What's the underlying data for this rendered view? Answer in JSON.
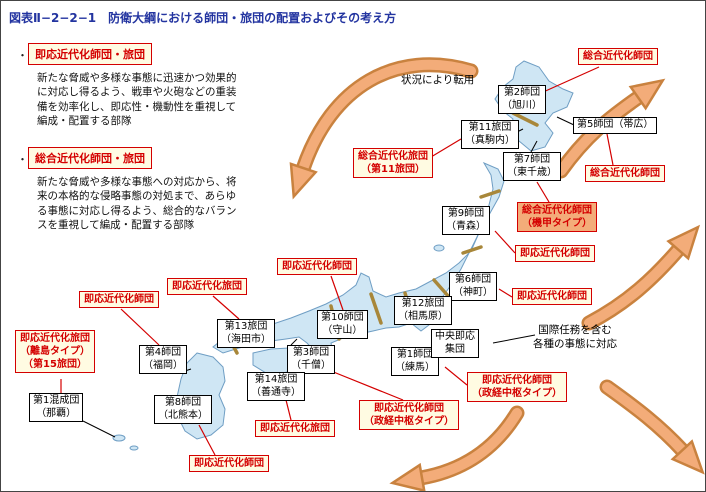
{
  "title": "図表Ⅱ−2−2−1　防衛大綱における師団・旅団の配置およびその考え方",
  "legend_bullet": "・",
  "legend": [
    {
      "heading": "即応近代化師団・旅団",
      "body": "新たな脅威や多様な事態に迅速かつ効果的に対応し得るよう、戦車や火砲などの重装備を効率化し、即応性・機動性を重視して編成・配置する部隊"
    },
    {
      "heading": "総合近代化師団・旅団",
      "body": "新たな脅威や多様な事態への対応から、将来の本格的な侵略事態の対処まで、あらゆる事態に対応し得るよう、総合的なバランスを重視して編成・配置する部隊"
    }
  ],
  "notes": {
    "conversion": "状況により転用",
    "international": "国際任務を含む\n各種の事態に対応"
  },
  "units": [
    {
      "label": "第2師団\n（旭川）"
    },
    {
      "label": "第5師団（帯広）"
    },
    {
      "label": "第11旅団\n（真駒内）"
    },
    {
      "label": "第7師団\n（東千歳）"
    },
    {
      "label": "第9師団\n（青森）"
    },
    {
      "label": "第6師団\n（神町）"
    },
    {
      "label": "第12旅団\n（相馬原）"
    },
    {
      "label": "第10師団\n（守山）"
    },
    {
      "label": "第13旅団\n（海田市）"
    },
    {
      "label": "第3師団\n（千僧）"
    },
    {
      "label": "第4師団\n（福岡）"
    },
    {
      "label": "第14旅団\n（善通寺）"
    },
    {
      "label": "第1師団\n（練馬）"
    },
    {
      "label": "中央即応\n集団"
    },
    {
      "label": "第8師団\n（北熊本）"
    },
    {
      "label": "第1混成団\n（那覇）"
    }
  ],
  "tags": [
    {
      "label": "総合近代化師団"
    },
    {
      "label": "総合近代化旅団\n（第11旅団）"
    },
    {
      "label": "総合近代化師団"
    },
    {
      "label": "総合近代化師団\n（機甲タイプ）"
    },
    {
      "label": "即応近代化師団"
    },
    {
      "label": "即応近代化師団"
    },
    {
      "label": "即応近代化師団"
    },
    {
      "label": "即応近代化旅団"
    },
    {
      "label": "即応近代化師団"
    },
    {
      "label": "即応近代化師団\n（政経中枢タイプ）"
    },
    {
      "label": "即応近代化師団\n（政経中枢タイプ）"
    },
    {
      "label": "即応近代化旅団\n（離島タイプ）\n（第15旅団）"
    },
    {
      "label": "即応近代化旅団"
    },
    {
      "label": "即応近代化師団"
    }
  ],
  "colors": {
    "accent_red": "#d40000",
    "tag_bg": "#fffbe2",
    "armored_bg": "#f3ac79",
    "arrow_fill": "#f3ac79",
    "arrow_edge": "#c9823f",
    "map_fill": "#cfe6f4",
    "map_edge": "#6f9ec4",
    "boundary_tan": "#a8873a",
    "title_blue": "#2334a0"
  }
}
